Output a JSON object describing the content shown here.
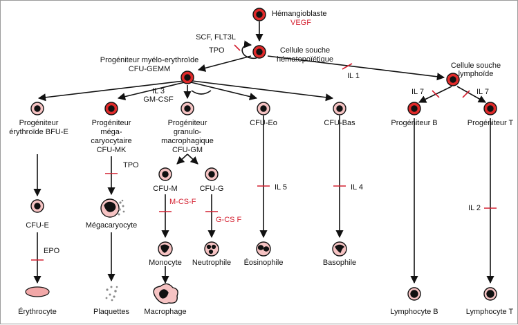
{
  "colors": {
    "stem_cell": "#e02a2a",
    "pale_cell": "#f6c3c3",
    "erythrocyte": "#f2a8a8",
    "growth_factor_red": "#d42030",
    "nucleus": "#111111",
    "lines": "#111111"
  },
  "labels": {
    "hemangioblaste": "Hémangioblaste",
    "vegf": "VEGF",
    "scf": "SCF, FLT3L",
    "tpo_top": "TPO",
    "cellule_souche_hemato": [
      "Cellule souche",
      "hématopoïétique"
    ],
    "prog_myelo": [
      "Progéniteur myélo-erythroïde",
      "CFU-GEMM"
    ],
    "il1": "IL 1",
    "cellule_souche_lympho": [
      "Cellule souche",
      "lymphoïde"
    ],
    "il3": [
      "IL 3",
      "GM-CSF"
    ],
    "prog_ery": [
      "Progéniteur",
      "érythroïde BFU-E"
    ],
    "prog_mega": [
      "Progéniteur",
      "méga-",
      "caryocytaire",
      "CFU-MK"
    ],
    "prog_gran": [
      "Progéniteur",
      "granulo-",
      "macrophagique",
      "CFU-GM"
    ],
    "cfu_eo": "CFU-Eo",
    "cfu_bas": "CFU-Bas",
    "il7_b": "IL 7",
    "il7_t": "IL 7",
    "prog_b": "Progéniteur B",
    "prog_t": "Progéniteur T",
    "tpo_mk": "TPO",
    "cfu_m": "CFU-M",
    "cfu_g": "CFU-G",
    "il5": "IL 5",
    "il4": "IL 4",
    "il2": "IL 2",
    "mcsf": "M-CS-F",
    "gcsf": "G-CS F",
    "cfu_e": "CFU-E",
    "megacaryocyte": "Mégacaryocyte",
    "epo": "EPO",
    "monocyte": "Monocyte",
    "neutrophile": "Neutrophile",
    "eosinophile": "Éosinophile",
    "basophile": "Basophile",
    "erythrocyte": "Érythrocyte",
    "plaquettes": "Plaquettes",
    "macrophage": "Macrophage",
    "lymphocyte_b": "Lymphocyte B",
    "lymphocyte_t": "Lymphocyte T"
  }
}
